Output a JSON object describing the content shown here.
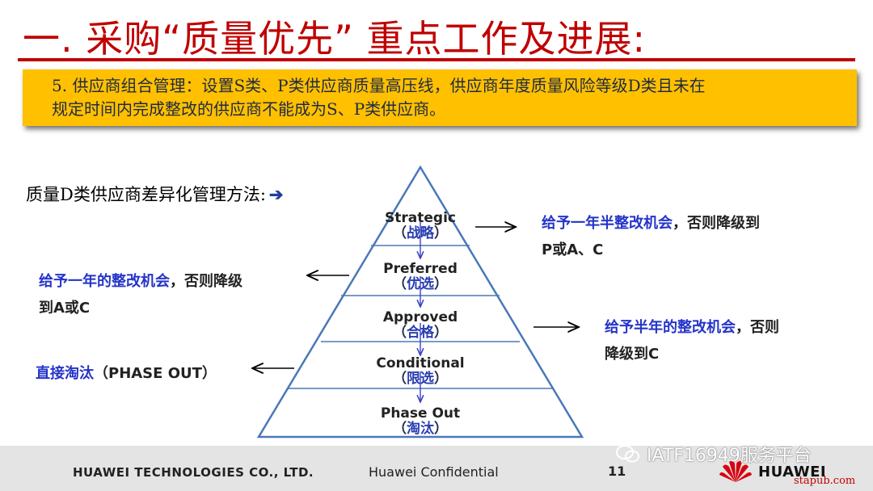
{
  "title": "一. 采购“质量优先” 重点工作及进展:",
  "banner": {
    "line1": "5. 供应商组合管理：设置S类、P类供应商质量高压线，供应商年度质量风险等级D类且未在",
    "line2": "规定时间内完成整改的供应商不能成为S、P类供应商。"
  },
  "method": {
    "label": "质量D类供应商差异化管理方法:",
    "arrow": "➔"
  },
  "tiers": [
    {
      "en": "Strategic",
      "cn_open": "（",
      "cn": "战略",
      "cn_close": "）"
    },
    {
      "en": "Preferred",
      "cn_open": "（",
      "cn": "优选",
      "cn_close": "）"
    },
    {
      "en": "Approved",
      "cn_open": "（",
      "cn": "合格",
      "cn_close": "）"
    },
    {
      "en": "Conditional",
      "cn_open": "（",
      "cn": "限选",
      "cn_close": "）"
    },
    {
      "en": "Phase Out",
      "cn_open": "（",
      "cn": "淘汰",
      "cn_close": "）"
    }
  ],
  "notes": {
    "strategic": {
      "blue": "给予一年半整改机会",
      "rest": "，否则降级到",
      "line2": "P或A、C"
    },
    "preferred": {
      "blue": "给予一年的整改机会",
      "rest": "，否则降级",
      "line2": "到A或C"
    },
    "approved": {
      "blue": "给予半年的整改机会",
      "rest": "，否则",
      "line2": "降级到C"
    },
    "conditional": {
      "blue": "直接淘汰",
      "rest": "（PHASE OUT）"
    }
  },
  "footer": {
    "company": "HUAWEI TECHNOLOGIES CO., LTD.",
    "confidential": "Huawei Confidential",
    "page": "11",
    "brand": "HUAWEI",
    "watermark": "IATF16949服务平台",
    "site": "stapub.com"
  },
  "colors": {
    "title": "#c00000",
    "banner": "#ffc000",
    "note_blue": "#2534c9",
    "pyramid_line": "#4a78b8"
  }
}
